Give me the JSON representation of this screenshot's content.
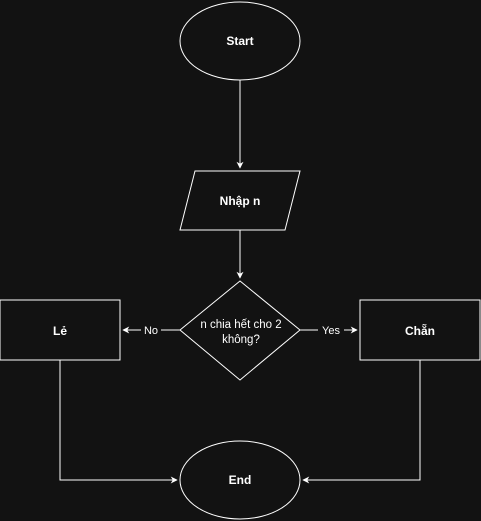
{
  "colors": {
    "background": "#121212",
    "stroke": "#ffffff",
    "text": "#ffffff"
  },
  "nodes": {
    "start": {
      "shape": "ellipse",
      "label": "Start"
    },
    "input": {
      "shape": "parallelogram",
      "label": "Nhập n"
    },
    "decision": {
      "shape": "diamond",
      "label_lines": [
        "n chia hết cho 2",
        "không?"
      ]
    },
    "odd": {
      "shape": "rectangle",
      "label": "Lẻ"
    },
    "even": {
      "shape": "rectangle",
      "label": "Chẵn"
    },
    "end": {
      "shape": "ellipse",
      "label": "End"
    }
  },
  "edges": {
    "no": {
      "from": "decision",
      "to": "odd",
      "label": "No"
    },
    "yes": {
      "from": "decision",
      "to": "even",
      "label": "Yes"
    },
    "start_to_input": {
      "from": "start",
      "to": "input"
    },
    "input_to_decision": {
      "from": "input",
      "to": "decision"
    },
    "odd_to_end": {
      "from": "odd",
      "to": "end"
    },
    "even_to_end": {
      "from": "even",
      "to": "end"
    }
  }
}
